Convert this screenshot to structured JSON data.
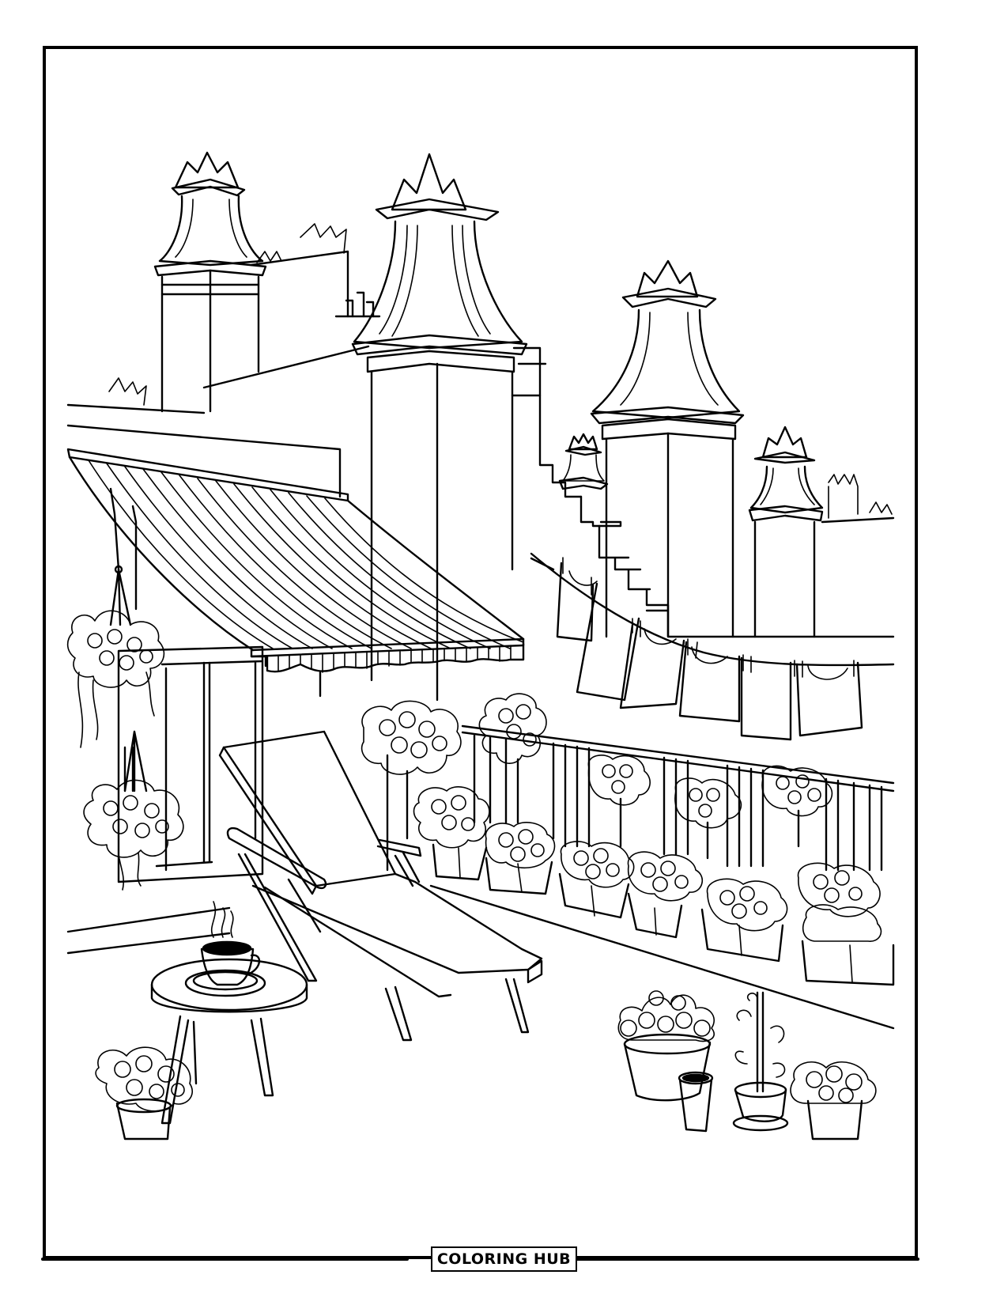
{
  "page": {
    "type": "coloring-page",
    "subject": "rooftop terrace with striped awning, lounge chair, coffee table, potted flowers, clothesline and chimney pots",
    "background_color": "#ffffff",
    "line_color": "#000000"
  },
  "brand": {
    "logo_text": "COLORING HUB"
  },
  "scene_elements": [
    "chimney-pots",
    "striped-awning",
    "hanging-flower-baskets",
    "window",
    "lounge-chair",
    "side-table-with-coffee-cup",
    "balcony-railing",
    "flower-planters",
    "clothesline-with-laundry",
    "floor-pots"
  ]
}
